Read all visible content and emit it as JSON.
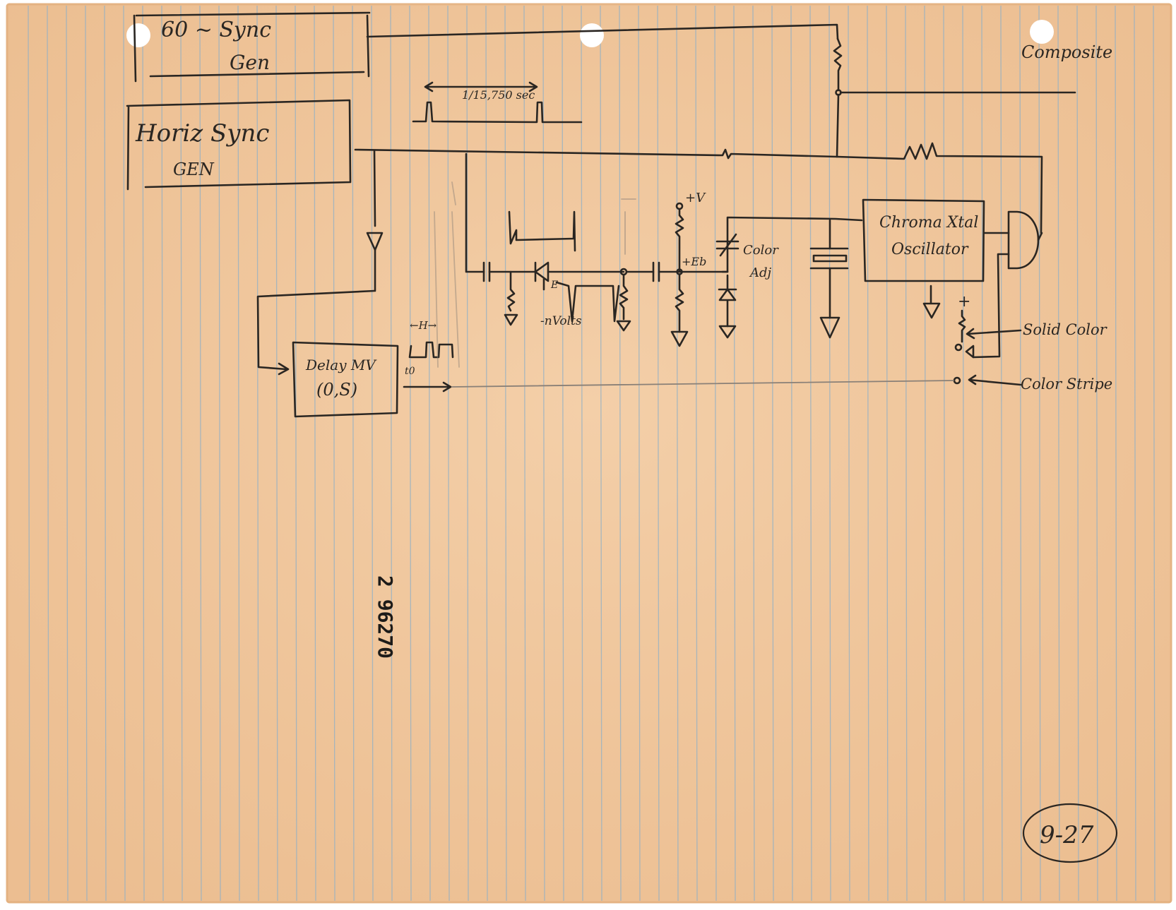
{
  "paper": {
    "color": "#f1c79c",
    "edge_color": "#e4b383",
    "rule_color": "#8fb0c7",
    "ink_color": "#2a2622",
    "pencil_color": "#8a8077"
  },
  "blocks": {
    "sync60_line1": "60 ~ Sync",
    "sync60_line2": "Gen",
    "horiz_line1": "Horiz Sync",
    "horiz_line2": "GEN",
    "delay_line1": "Delay MV",
    "delay_line2": "(0,S)",
    "chroma_line1": "Chroma Xtal",
    "chroma_line2": "Oscillator"
  },
  "labels": {
    "composite": "Composite",
    "period": "1/15,750 sec",
    "plus_v": "+V",
    "plus_eb": "+Eb",
    "color_adj_1": "Color",
    "color_adj_2": "Adj",
    "minus_n_volts": "-nVolts",
    "e_mark": "E",
    "h_mark": "←H→",
    "t0": "t0",
    "plus": "+",
    "solid_color": "Solid Color",
    "color_stripe": "Color Stripe"
  },
  "stamp_number": "2 96270",
  "page_marker": "9-27"
}
